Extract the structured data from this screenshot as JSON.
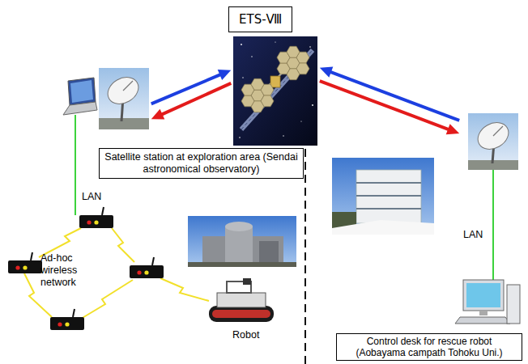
{
  "diagram": {
    "nodes": [
      {
        "text": [
          "ETS-Ⅷ"
        ]
      },
      {
        "text": [
          "Satellite station at exploration area (Sendai astronomical observatory)"
        ]
      },
      {
        "text": [
          "Control desk for rescue robot (Aobayama campath Tohoku Uni.)"
        ]
      }
    ],
    "edges": [
      {
        "from": 1,
        "to": 0,
        "arrow": "to"
      },
      {
        "from": 0,
        "to": 1,
        "arrow": "to"
      },
      {
        "from": 2,
        "to": 0,
        "arrow": "to"
      },
      {
        "from": 0,
        "to": 2,
        "arrow": "to"
      }
    ],
    "labels": [
      "LAN",
      "Ad-hoc wireless network",
      "Robot",
      "LAN"
    ]
  }
}
